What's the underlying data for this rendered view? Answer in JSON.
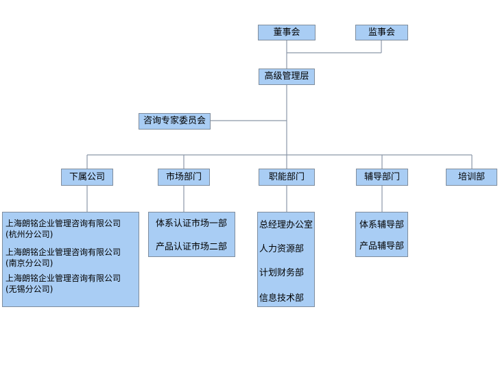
{
  "board": "董事会",
  "supervisors": "监事会",
  "management": "高级管理层",
  "advisory": "咨询专家委员会",
  "departments": [
    {
      "label": "下属公司"
    },
    {
      "label": "市场部门"
    },
    {
      "label": "职能部门"
    },
    {
      "label": "辅导部门"
    },
    {
      "label": "培训部"
    }
  ],
  "subsidiaries": [
    {
      "line1": "上海朗铭企业管理咨询有限公司",
      "line2": "(杭州分公司)"
    },
    {
      "line1": "上海朗铭企业管理咨询有限公司",
      "line2": "(南京分公司)"
    },
    {
      "line1": "上海朗铭企业管理咨询有限公司",
      "line2": "(无锡分公司)"
    }
  ],
  "market_units": [
    "体系认证市场一部",
    "产品认证市场二部"
  ],
  "function_units": [
    "总经理办公室",
    "人力资源部",
    "计划财务部",
    "信息技术部"
  ],
  "coaching_units": [
    "体系辅导部",
    "产品辅导部"
  ],
  "colors": {
    "box_fill": "#a9cdf4",
    "box_border": "#7e8c9c",
    "connector": "#8a96a8"
  }
}
